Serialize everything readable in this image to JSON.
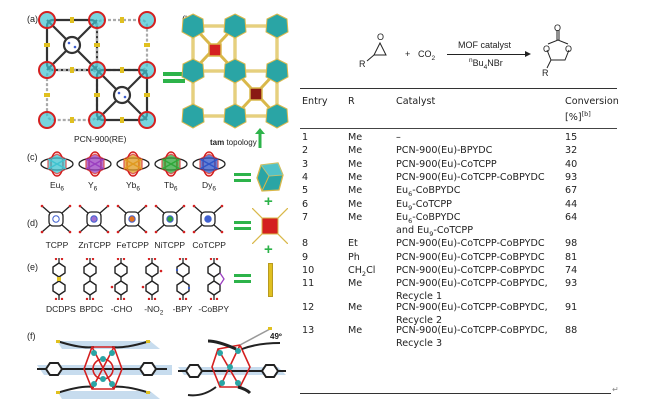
{
  "figure": {
    "panels": {
      "a": {
        "label": "(a)",
        "caption": "PCN-900(RE)"
      },
      "b": {
        "label": "(b)",
        "caption_bold": "tam",
        "caption_rest": " topology"
      },
      "c": {
        "label": "(c)",
        "items": [
          {
            "name": "Eu",
            "sub": "6",
            "color": "#3fc3d0"
          },
          {
            "name": "Y",
            "sub": "6",
            "color": "#9b3fc0"
          },
          {
            "name": "Yb",
            "sub": "6",
            "color": "#e09a20"
          },
          {
            "name": "Tb",
            "sub": "6",
            "color": "#2fa83a"
          },
          {
            "name": "Dy",
            "sub": "6",
            "color": "#2f55c8"
          }
        ]
      },
      "d": {
        "label": "(d)",
        "items": [
          {
            "name": "TCPP",
            "center": "#ffffff"
          },
          {
            "name": "ZnTCPP",
            "center": "#a070d0"
          },
          {
            "name": "FeTCPP",
            "center": "#e07020"
          },
          {
            "name": "NiTCPP",
            "center": "#30a040"
          },
          {
            "name": "CoTCPP",
            "center": "#4060d0"
          }
        ]
      },
      "e": {
        "label": "(e)",
        "items": [
          {
            "name": "DCDPS",
            "sub": ""
          },
          {
            "name": "BPDC",
            "sub": ""
          },
          {
            "name": "-CHO",
            "sub": ""
          },
          {
            "name": "-NO",
            "sub": "2"
          },
          {
            "name": "-BPY",
            "sub": ""
          },
          {
            "name": "-CoBPY",
            "sub": ""
          }
        ]
      },
      "f": {
        "label": "(f)",
        "angle": "49º"
      }
    },
    "colors": {
      "equals_green": "#2db34a",
      "node_teal": "#2aa5a5",
      "linker_red": "#d42020",
      "edge_gold": "#d9b84a",
      "arrow_green": "#2db34a"
    }
  },
  "scheme": {
    "reactant_r": "R",
    "reactant_o": "O",
    "plus": "+",
    "co2": "CO",
    "co2_sub": "2",
    "arrow_top": "MOF catalyst",
    "arrow_bottom_sup": "n",
    "arrow_bottom": "Bu",
    "arrow_bottom_sub": "4",
    "arrow_bottom_rest": "NBr",
    "product_r": "R",
    "product_o": "O"
  },
  "table": {
    "headers": {
      "entry": "Entry",
      "r": "R",
      "catalyst": "Catalyst",
      "conversion": "Conversion",
      "conversion_unit": "[%]",
      "conversion_note": "[b]"
    },
    "rows": [
      {
        "entry": "1",
        "r": "Me",
        "catalyst": "–",
        "catalyst2": "",
        "conversion": "15"
      },
      {
        "entry": "2",
        "r": "Me",
        "catalyst": "PCN-900(Eu)-BPYDC",
        "catalyst2": "",
        "conversion": "32"
      },
      {
        "entry": "3",
        "r": "Me",
        "catalyst": "PCN-900(Eu)-CoTCPP",
        "catalyst2": "",
        "conversion": "40"
      },
      {
        "entry": "4",
        "r": "Me",
        "catalyst": "PCN-900(Eu)-CoTCPP-CoBPYDC",
        "catalyst2": "",
        "conversion": "93"
      },
      {
        "entry": "5",
        "r": "Me",
        "catalyst": "Eu6-CoBPYDC",
        "catalyst2": "",
        "conversion": "67"
      },
      {
        "entry": "6",
        "r": "Me",
        "catalyst": "Eu9-CoTCPP",
        "catalyst2": "",
        "conversion": "44"
      },
      {
        "entry": "7",
        "r": "Me",
        "catalyst": "Eu6-CoBPYDC",
        "catalyst2": "and Eu9-CoTCPP",
        "conversion": "64"
      },
      {
        "entry": "8",
        "r": "Et",
        "catalyst": "PCN-900(Eu)-CoTCPP-CoBPYDC",
        "catalyst2": "",
        "conversion": "98"
      },
      {
        "entry": "9",
        "r": "Ph",
        "catalyst": "PCN-900(Eu)-CoTCPP-CoBPYDC",
        "catalyst2": "",
        "conversion": "81"
      },
      {
        "entry": "10",
        "r": "CH2Cl",
        "catalyst": "PCN-900(Eu)-CoTCPP-CoBPYDC",
        "catalyst2": "",
        "conversion": "74"
      },
      {
        "entry": "11",
        "r": "Me",
        "catalyst": "PCN-900(Eu)-CoTCPP-CoBPYDC,",
        "catalyst2": "Recycle 1",
        "conversion": "93"
      },
      {
        "entry": "12",
        "r": "Me",
        "catalyst": "PCN-900(Eu)-CoTCPP-CoBPYDC,",
        "catalyst2": "Recycle 2",
        "conversion": "91"
      },
      {
        "entry": "13",
        "r": "Me",
        "catalyst": "PCN-900(Eu)-CoTCPP-CoBPYDC,",
        "catalyst2": "Recycle 3",
        "conversion": "88"
      }
    ],
    "rich": {
      "eu6": {
        "base": "Eu",
        "sub": "6",
        "rest": "-CoBPYDC"
      },
      "eu9": {
        "base": "Eu",
        "sub": "9",
        "rest": "-CoTCPP"
      },
      "eu9b": {
        "pre": "and Eu",
        "sub": "9",
        "rest": "-CoTCPP"
      },
      "ch2cl": {
        "base": "CH",
        "sub": "2",
        "rest": "Cl"
      }
    },
    "end_mark": "↵"
  }
}
